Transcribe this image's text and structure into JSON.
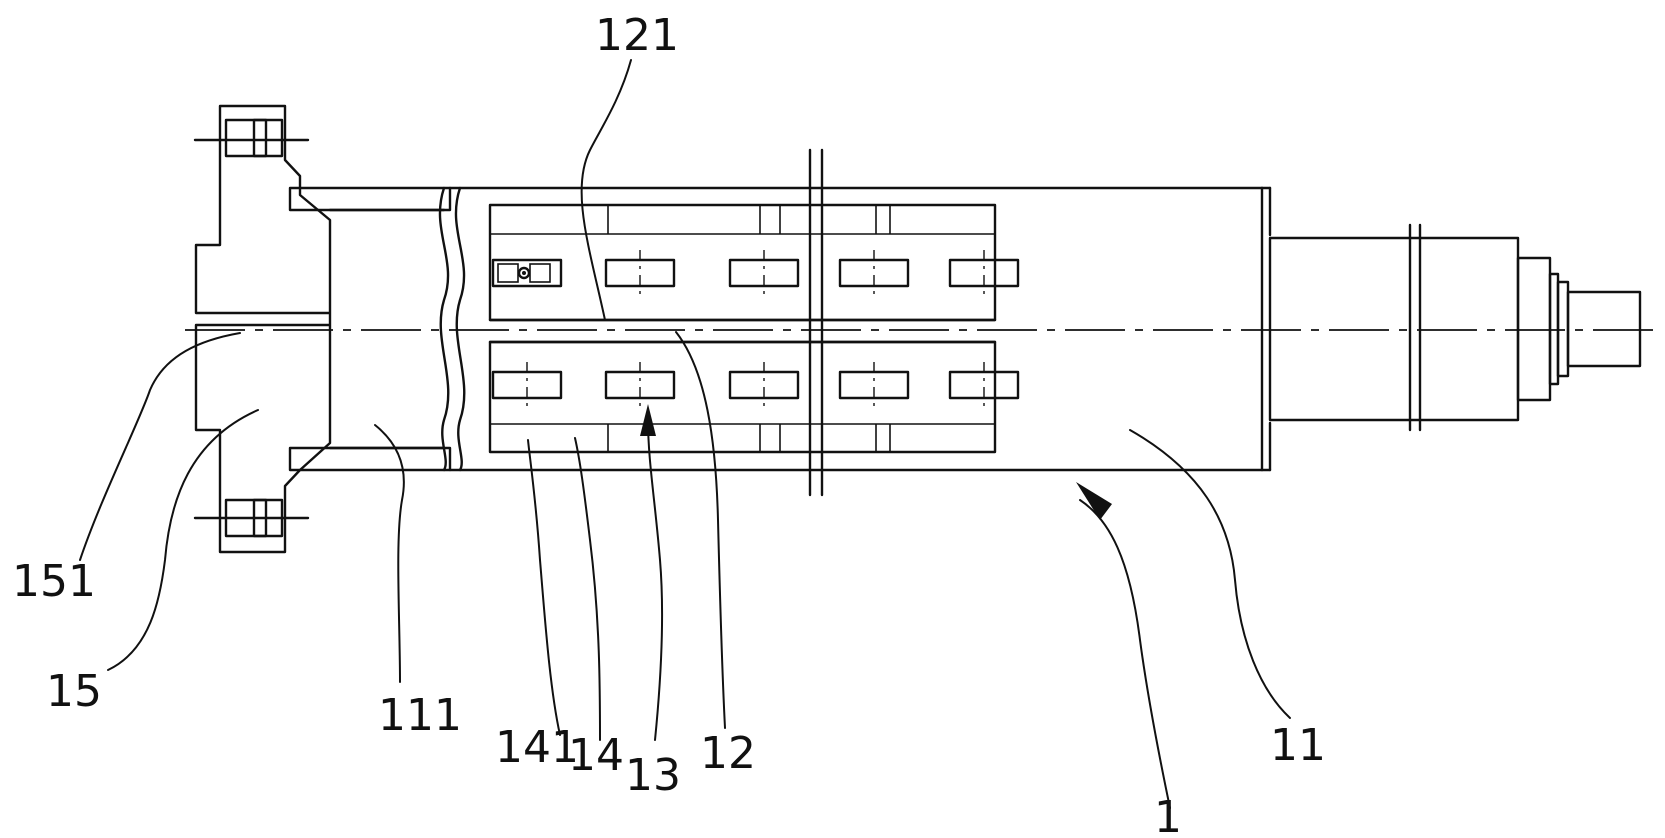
{
  "drawing": {
    "line_color": "#111111",
    "background": "#ffffff"
  },
  "labels": {
    "l121": "121",
    "l151": "151",
    "l15": "15",
    "l111": "111",
    "l141": "141",
    "l14": "14",
    "l13": "13",
    "l12": "12",
    "l1": "1",
    "l11": "11"
  }
}
